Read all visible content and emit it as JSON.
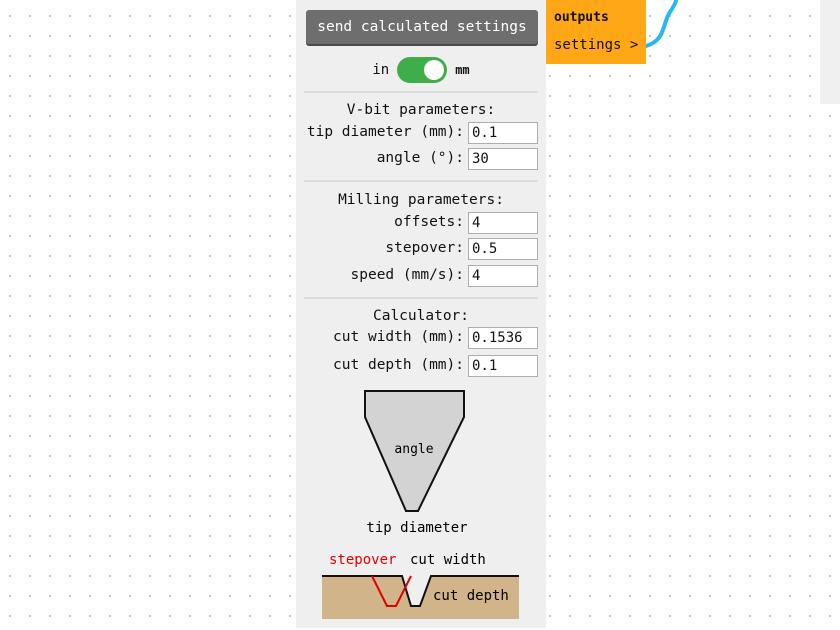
{
  "module": {
    "send_button_label": "send calculated settings",
    "unit_toggle": {
      "left_label": "in",
      "right_label": "mm",
      "state": "mm",
      "on_color": "#3fae4a"
    },
    "vbit": {
      "title": "V-bit parameters:",
      "tip_diameter_label": "tip diameter (mm):",
      "tip_diameter_value": "0.1",
      "angle_label": "angle (°):",
      "angle_value": "30"
    },
    "milling": {
      "title": "Milling parameters:",
      "offsets_label": "offsets:",
      "offsets_value": "4",
      "stepover_label": "stepover:",
      "stepover_value": "0.5",
      "speed_label": "speed (mm/s):",
      "speed_value": "4"
    },
    "calculator": {
      "title": "Calculator:",
      "cut_width_label": "cut width (mm):",
      "cut_width_value": "0.1536",
      "cut_depth_label": "cut depth (mm):",
      "cut_depth_value": "0.1"
    },
    "diagram": {
      "angle_label": "angle",
      "tip_diameter_label": "tip diameter",
      "stepover_label": "stepover",
      "cut_width_label": "cut width",
      "cut_depth_label": "cut depth",
      "stepover_color": "#e00000",
      "material_color": "#d1b48a",
      "bit_color": "#d3d3d3"
    }
  },
  "outputs_module": {
    "title": "outputs",
    "port_label": "settings >",
    "color": "#ffa716",
    "wire_color": "#29b6f6"
  }
}
